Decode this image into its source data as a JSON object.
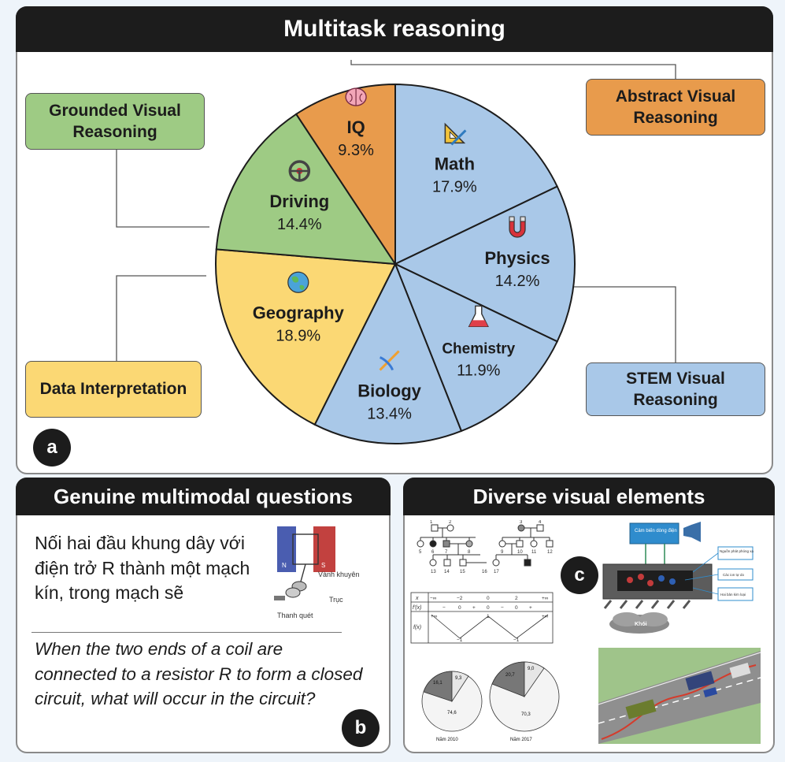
{
  "panel_a": {
    "title": "Multitask reasoning",
    "badge": "a",
    "categories": {
      "grounded": {
        "label": "Grounded Visual Reasoning",
        "color": "#9ecb84"
      },
      "abstract": {
        "label": "Abstract Visual Reasoning",
        "color": "#e89b4c"
      },
      "data": {
        "label": "Data Interpretation",
        "color": "#fbd874"
      },
      "stem": {
        "label": "STEM Visual Reasoning",
        "color": "#a9c8e8"
      }
    }
  },
  "chart_data": {
    "type": "pie",
    "title": "",
    "slices": [
      {
        "name": "Math",
        "value": 17.9,
        "label": "17.9%",
        "color": "#a9c8e8",
        "icon": "ruler-triangle-icon"
      },
      {
        "name": "Physics",
        "value": 14.2,
        "label": "14.2%",
        "color": "#a9c8e8",
        "icon": "magnet-icon"
      },
      {
        "name": "Chemistry",
        "value": 11.9,
        "label": "11.9%",
        "color": "#a9c8e8",
        "icon": "flask-icon"
      },
      {
        "name": "Biology",
        "value": 13.4,
        "label": "13.4%",
        "color": "#a9c8e8",
        "icon": "dna-icon"
      },
      {
        "name": "Geography",
        "value": 18.9,
        "label": "18.9%",
        "color": "#fbd874",
        "icon": "globe-icon"
      },
      {
        "name": "Driving",
        "value": 14.4,
        "label": "14.4%",
        "color": "#9ecb84",
        "icon": "steering-wheel-icon"
      },
      {
        "name": "IQ",
        "value": 9.3,
        "label": "9.3%",
        "color": "#e89b4c",
        "icon": "brain-icon"
      }
    ]
  },
  "panel_b": {
    "title": "Genuine multimodal questions",
    "badge": "b",
    "vietnamese_question": "Nối hai đầu khung dây với điện trở R thành một mạch kín, trong mạch sẽ",
    "english_question": "When the two ends of a coil are connected to a resistor R to form a closed circuit, what will occur in the circuit?",
    "figure_labels": {
      "ring": "Vành khuyên",
      "axis": "Trục",
      "brush": "Thanh quét",
      "n": "N",
      "s": "S"
    }
  },
  "panel_c": {
    "title": "Diverse visual elements",
    "badge": "c",
    "table": {
      "x": "x",
      "fp": "f'(x)",
      "f": "f(x)",
      "xvals": [
        "−∞",
        "−2",
        "0",
        "2",
        "+∞"
      ],
      "signs": [
        "−",
        "0",
        "+",
        "0",
        "−",
        "0",
        "+"
      ],
      "fvals": [
        "+∞",
        "1",
        "+∞",
        "−1",
        "−1"
      ]
    },
    "pies": [
      {
        "caption": "Năm 2010",
        "values": [
          "16,1",
          "9,3",
          "74,6"
        ]
      },
      {
        "caption": "Năm 2017",
        "values": [
          "20,7",
          "9,0",
          "70,3"
        ]
      }
    ],
    "pedigree_numbers": [
      "1",
      "2",
      "3",
      "4",
      "5",
      "6",
      "7",
      "8",
      "9",
      "10",
      "11",
      "12",
      "13",
      "14",
      "15",
      "16",
      "17"
    ],
    "diagram_labels": {
      "sensor": "Cảm biến dòng điện",
      "source": "Nguồn phát phóng xạ",
      "ions": "Các ion tự do",
      "plates": "Hai bản kim loại",
      "smoke": "Khói"
    }
  }
}
